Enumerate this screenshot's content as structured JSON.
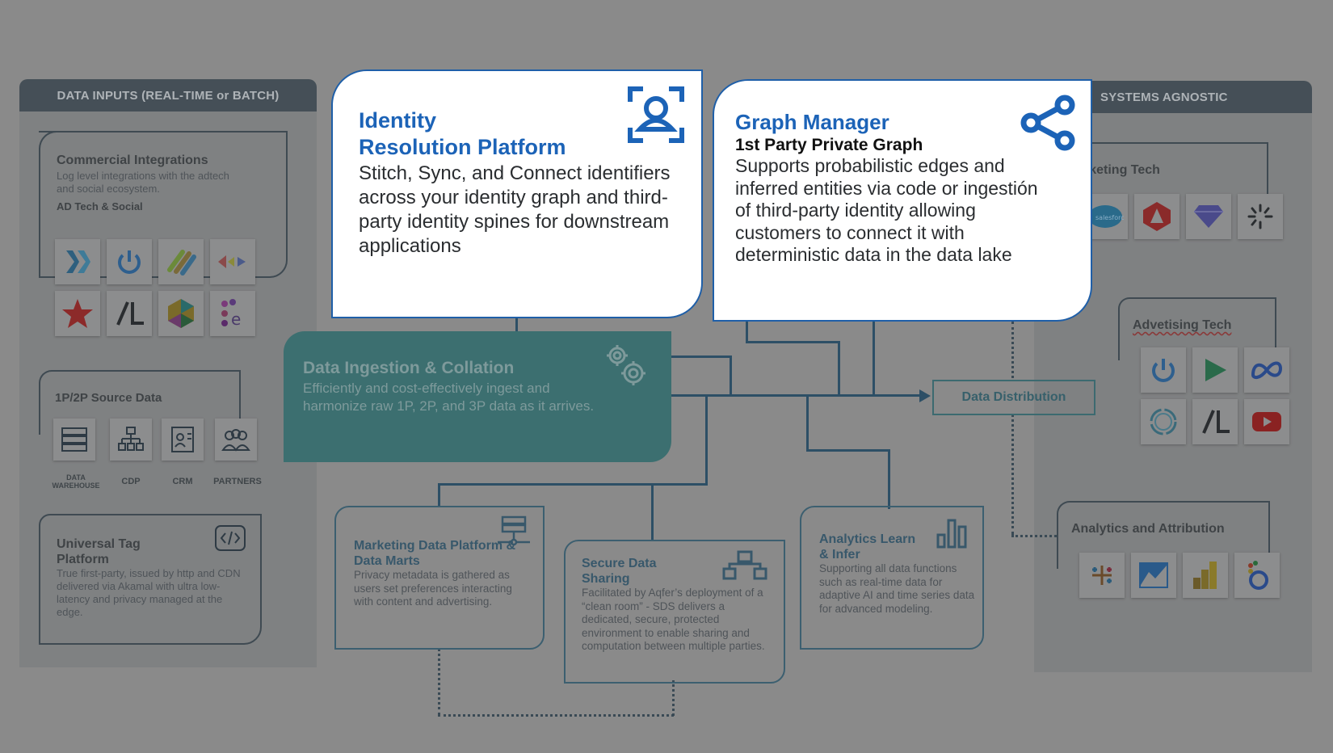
{
  "left_panel": {
    "tab_label": "DATA INPUTS (REAL-TIME or  BATCH)",
    "commercial": {
      "title": "Commercial Integrations",
      "desc": "Log level integrations with the adtech and social ecosystem.",
      "sub": "AD Tech & Social"
    },
    "source": {
      "title": "1P/2P Source Data",
      "items": [
        "DATA WAREHOUSE",
        "CDP",
        "CRM",
        "PARTNERS"
      ]
    },
    "tag": {
      "title": "Universal Tag Platform",
      "desc": "True first-party, issued by http and CDN delivered via Akamal with ultra low-latency and privacy managed at the edge."
    }
  },
  "identity": {
    "title_line1": "Identity",
    "title_line2": "Resolution Platform",
    "desc": "Stitch, Sync, and Connect identifiers across your identity graph and third-party identity spines for downstream applications",
    "icon": "user-scan-icon"
  },
  "graph": {
    "title": "Graph Manager",
    "subtitle": "1st Party Private Graph",
    "desc": "Supports probabilistic edges and inferred entities via code or ingestión of third-party identity allowing customers to connect it with deterministic data in the data lake",
    "icon": "share-nodes-icon"
  },
  "ingestion": {
    "title": "Data Ingestion & Collation",
    "desc": "Efficiently and cost-effectively ingest and harmonize raw 1P, 2P, and 3P data as it arrives."
  },
  "distribution": {
    "label": "Data Distribution"
  },
  "bottom": {
    "marketing": {
      "title": "Marketing Data Platform & Data Marts",
      "desc": "Privacy metadata is gathered as users set preferences interacting with content and advertising."
    },
    "secure": {
      "title": "Secure Data Sharing",
      "desc": "Facilitated by Aqfer’s deployment of a “clean room” - SDS delivers a dedicated, secure, protected environment to enable sharing and computation between multiple parties."
    },
    "analytics": {
      "title": "Analytics Learn & Infer",
      "desc": "Supporting all data functions such as real-time data for adaptive AI and time series data for advanced modeling."
    }
  },
  "right_panel": {
    "tab_label": "SYSTEMS AGNOSTIC",
    "marketing_tech": "rketing Tech",
    "advertising_tech": "Advetising Tech",
    "analytics_attr": "Analytics and Attribution"
  },
  "colors": {
    "accent_blue": "#1c63b7",
    "teal": "#3c6f70",
    "panel_dark": "#454f57"
  }
}
